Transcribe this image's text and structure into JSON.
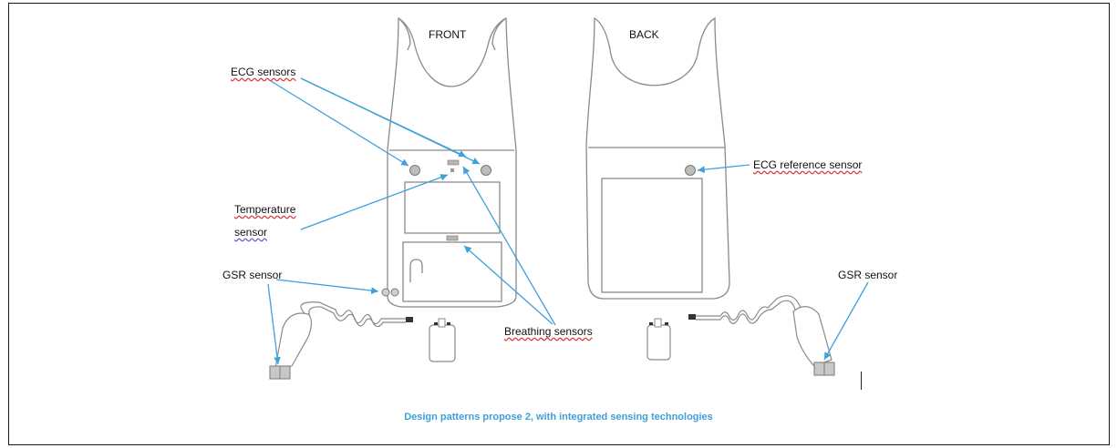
{
  "labels": {
    "front": "FRONT",
    "back": "BACK",
    "ecg_sensors": "ECG sensors",
    "temperature_line1": "Temperature",
    "temperature_line2": "sensor",
    "gsr_left": "GSR sensor",
    "gsr_right": "GSR sensor",
    "ecg_reference": "ECG reference sensor",
    "breathing": "Breathing sensors"
  },
  "caption": "Design patterns propose 2, with integrated sensing technologies",
  "colors": {
    "arrow": "#3fa0dc",
    "outline": "#8a8a8a",
    "caption": "#3f9fd8",
    "spell_underline": "#d33333"
  }
}
